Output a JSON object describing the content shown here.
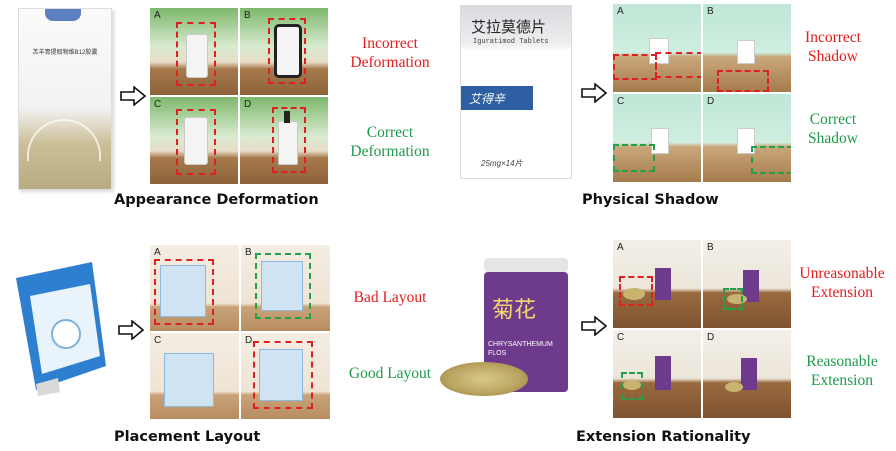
{
  "panels": {
    "appearance": {
      "title": "Appearance Deformation",
      "bad_label": "Incorrect\nDeformation",
      "good_label": "Correct\nDeformation",
      "product_text": "羔羊胃提取物维B12胶囊",
      "cells": [
        "A",
        "B",
        "C",
        "D"
      ]
    },
    "shadow": {
      "title": "Physical Shadow",
      "bad_label": "Incorrect\nShadow",
      "good_label": "Correct\nShadow",
      "product_cn": "艾拉莫德片",
      "product_en": "Iguratimod Tablets",
      "brand": "艾得辛",
      "dose": "25mg×14片",
      "cells": [
        "A",
        "B",
        "C",
        "D"
      ]
    },
    "layout": {
      "title": "Placement Layout",
      "bad_label": "Bad Layout",
      "good_label": "Good Layout",
      "cells": [
        "A",
        "B",
        "C",
        "D"
      ]
    },
    "extension": {
      "title": "Extension Rationality",
      "bad_label": "Unreasonable\nExtension",
      "good_label": "Reasonable\nExtension",
      "product_cn": "菊花",
      "product_en": "CHRYSANTHEMUM\nFLOS",
      "cells": [
        "A",
        "B",
        "C",
        "D"
      ]
    }
  },
  "colors": {
    "incorrect": "#e21d1d",
    "correct": "#1f9a4b"
  }
}
